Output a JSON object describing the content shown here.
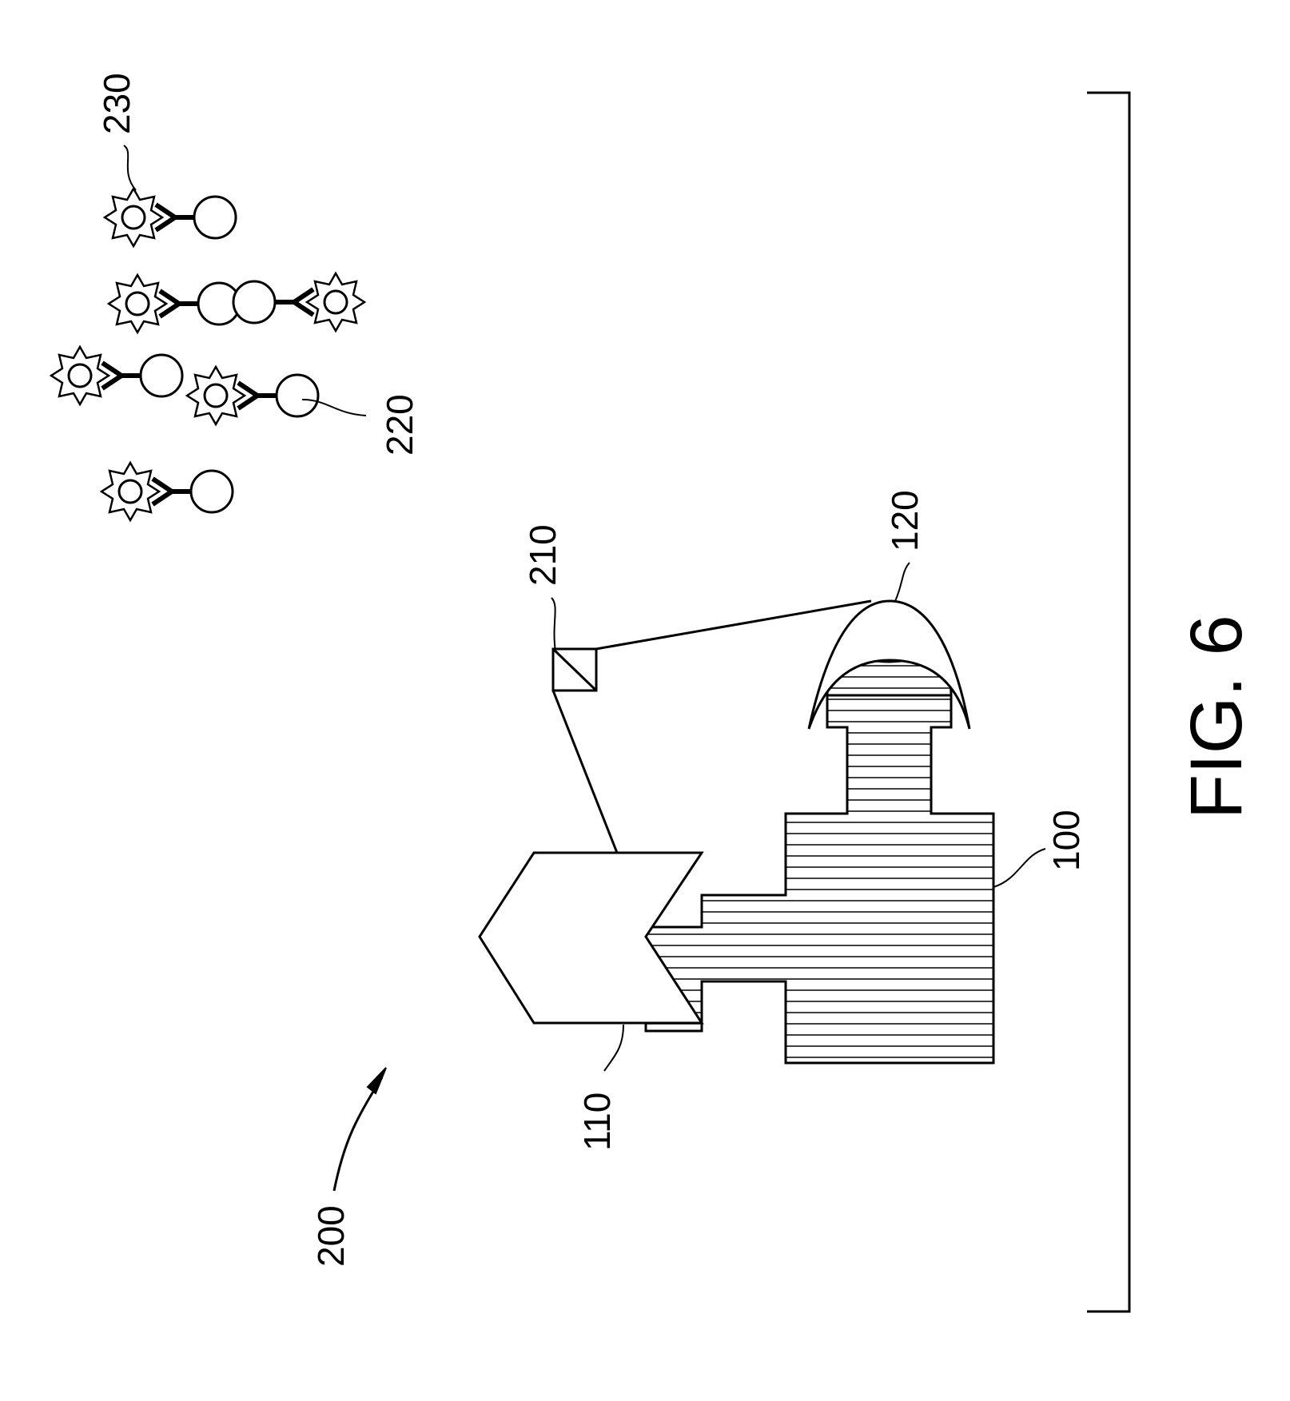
{
  "figure": {
    "caption": "FIG. 6",
    "colors": {
      "ink": "#000000",
      "paper": "#ffffff"
    },
    "labels": {
      "system": "200",
      "body": "100",
      "head": "110",
      "dish": "120",
      "sensor": "210",
      "antibody": "220",
      "antigen": "230"
    }
  }
}
